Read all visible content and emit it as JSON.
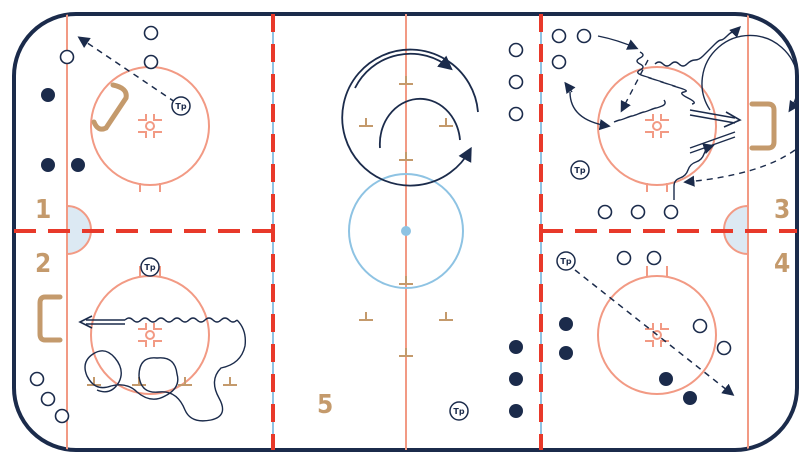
{
  "zones": [
    {
      "label": "1"
    },
    {
      "label": "2"
    },
    {
      "label": "3"
    },
    {
      "label": "4"
    },
    {
      "label": "5"
    }
  ],
  "tp_label": "Tp",
  "colors": {
    "boards": "#1b2b4b",
    "red_line": "#e8392a",
    "blue_line": "#8ec3e3",
    "faceoff": "#f29a84",
    "net": "#c49a6c",
    "zone_text": "#c49a6c",
    "player": "#1b2b4b",
    "arrow": "#1b2b4b",
    "crease_fill": "#dce9f3"
  },
  "icons": {
    "puck_carrier": "filled-circle",
    "player": "open-circle",
    "coach": "tp-circle",
    "net": "net-shape"
  }
}
